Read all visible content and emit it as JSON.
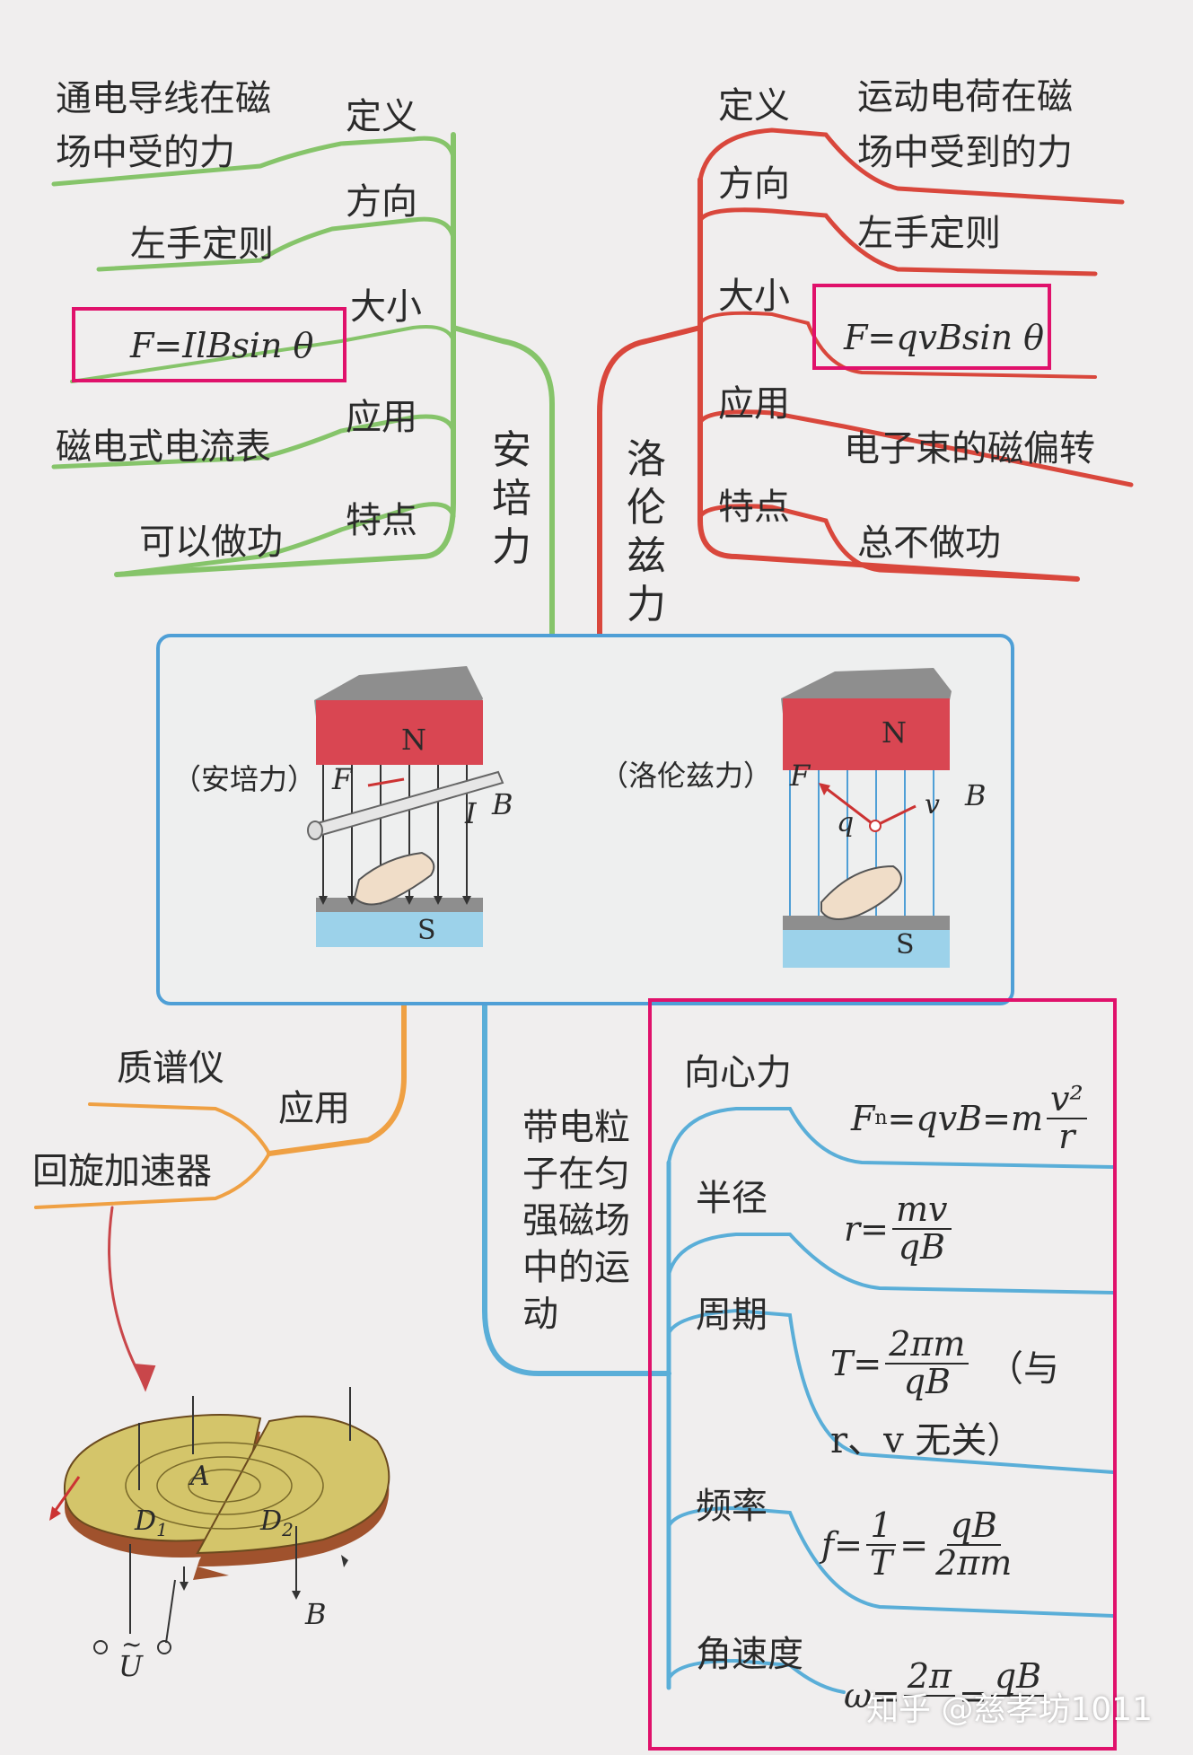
{
  "ampere": {
    "title": "安培力",
    "def_label": "定义",
    "def_text_1": "通电导线在磁",
    "def_text_2": "场中受的力",
    "dir_label": "方向",
    "dir_text": "左手定则",
    "size_label": "大小",
    "size_formula": "F=IlBsin θ",
    "app_label": "应用",
    "app_text": "磁电式电流表",
    "feat_label": "特点",
    "feat_text": "可以做功"
  },
  "lorentz": {
    "title": "洛伦兹力",
    "def_label": "定义",
    "def_text_1": "运动电荷在磁",
    "def_text_2": "场中受到的力",
    "dir_label": "方向",
    "dir_text": "左手定则",
    "size_label": "大小",
    "size_formula": "F=qvBsin θ",
    "app_label": "应用",
    "app_text": "电子束的磁偏转",
    "feat_label": "特点",
    "feat_text": "总不做功"
  },
  "figure": {
    "left_caption": "（安培力）",
    "right_caption": "（洛伦兹力）",
    "north": "N",
    "south": "S",
    "F": "F",
    "I": "I",
    "B": "B",
    "q": "q",
    "v": "v"
  },
  "application": {
    "label": "应用",
    "item1": "质谱仪",
    "item2": "回旋加速器",
    "cyclotron": {
      "A": "A",
      "D1": "D",
      "D1sub": "1",
      "D2": "D",
      "D2sub": "2",
      "B": "B",
      "U": "U",
      "Utilde": "~"
    }
  },
  "motion": {
    "title": "带电粒子在匀强磁场中的运动",
    "centripetal_label": "向心力",
    "centripetal_lhs": "F",
    "centripetal_sub": "n",
    "centripetal_mid": "=qvB=m",
    "centripetal_num": "v²",
    "centripetal_den": "r",
    "radius_label": "半径",
    "radius_lhs": "r=",
    "radius_num": "mv",
    "radius_den": "qB",
    "period_label": "周期",
    "period_lhs": "T=",
    "period_num": "2πm",
    "period_den": "qB",
    "period_note_1": "（与",
    "period_note_2": "r、v 无关）",
    "freq_label": "频率",
    "freq_lhs": "f=",
    "freq_num1": "1",
    "freq_den1": "T",
    "freq_eq": "=",
    "freq_num2": "qB",
    "freq_den2": "2πm",
    "omega_label": "角速度",
    "omega_lhs": "ω=",
    "omega_num1": "2π",
    "omega_eq": "=",
    "omega_num2": "qB"
  },
  "watermark": "知乎 @慈孝坊1011",
  "colors": {
    "green": "#86c46a",
    "red": "#d9473c",
    "blue": "#5aaed8",
    "orange": "#efa043",
    "highlight": "#e0116b",
    "box": "#4f9fd6"
  }
}
